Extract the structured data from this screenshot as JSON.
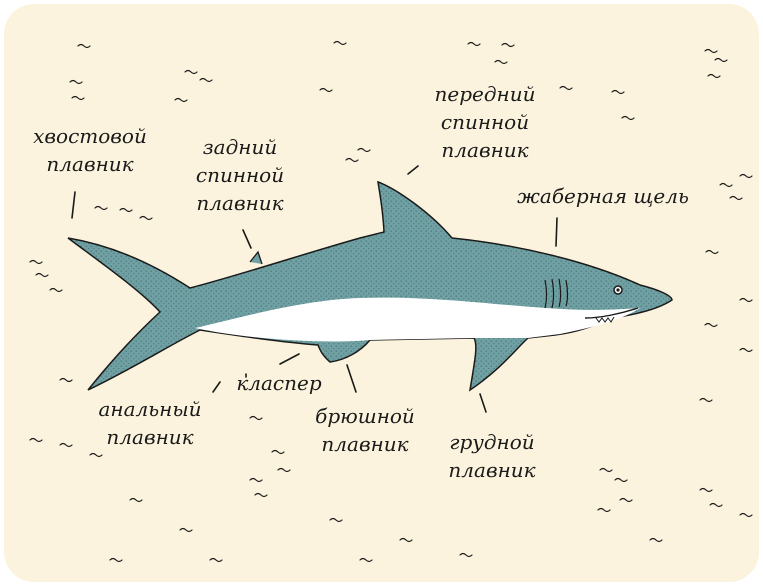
{
  "colors": {
    "background": "#fbf3dd",
    "shark_body": "#6fa0a3",
    "shark_belly": "#ffffff",
    "ink": "#1a1a1a"
  },
  "labels": {
    "tail_fin": {
      "line1": "хвостовой",
      "line2": "плавник"
    },
    "rear_dorsal_fin": {
      "line1": "задний",
      "line2": "спинной",
      "line3": "плавник"
    },
    "front_dorsal_fin": {
      "line1": "передний",
      "line2": "спинной",
      "line3": "плавник"
    },
    "gill_slit": {
      "line1": "жаберная щель"
    },
    "anal_fin": {
      "line1": "анальный",
      "line2": "плавник"
    },
    "clasper": {
      "line1": "класпер"
    },
    "pelvic_fin": {
      "line1": "брюшной",
      "line2": "плавник"
    },
    "pectoral_fin": {
      "line1": "грудной",
      "line2": "плавник"
    }
  }
}
